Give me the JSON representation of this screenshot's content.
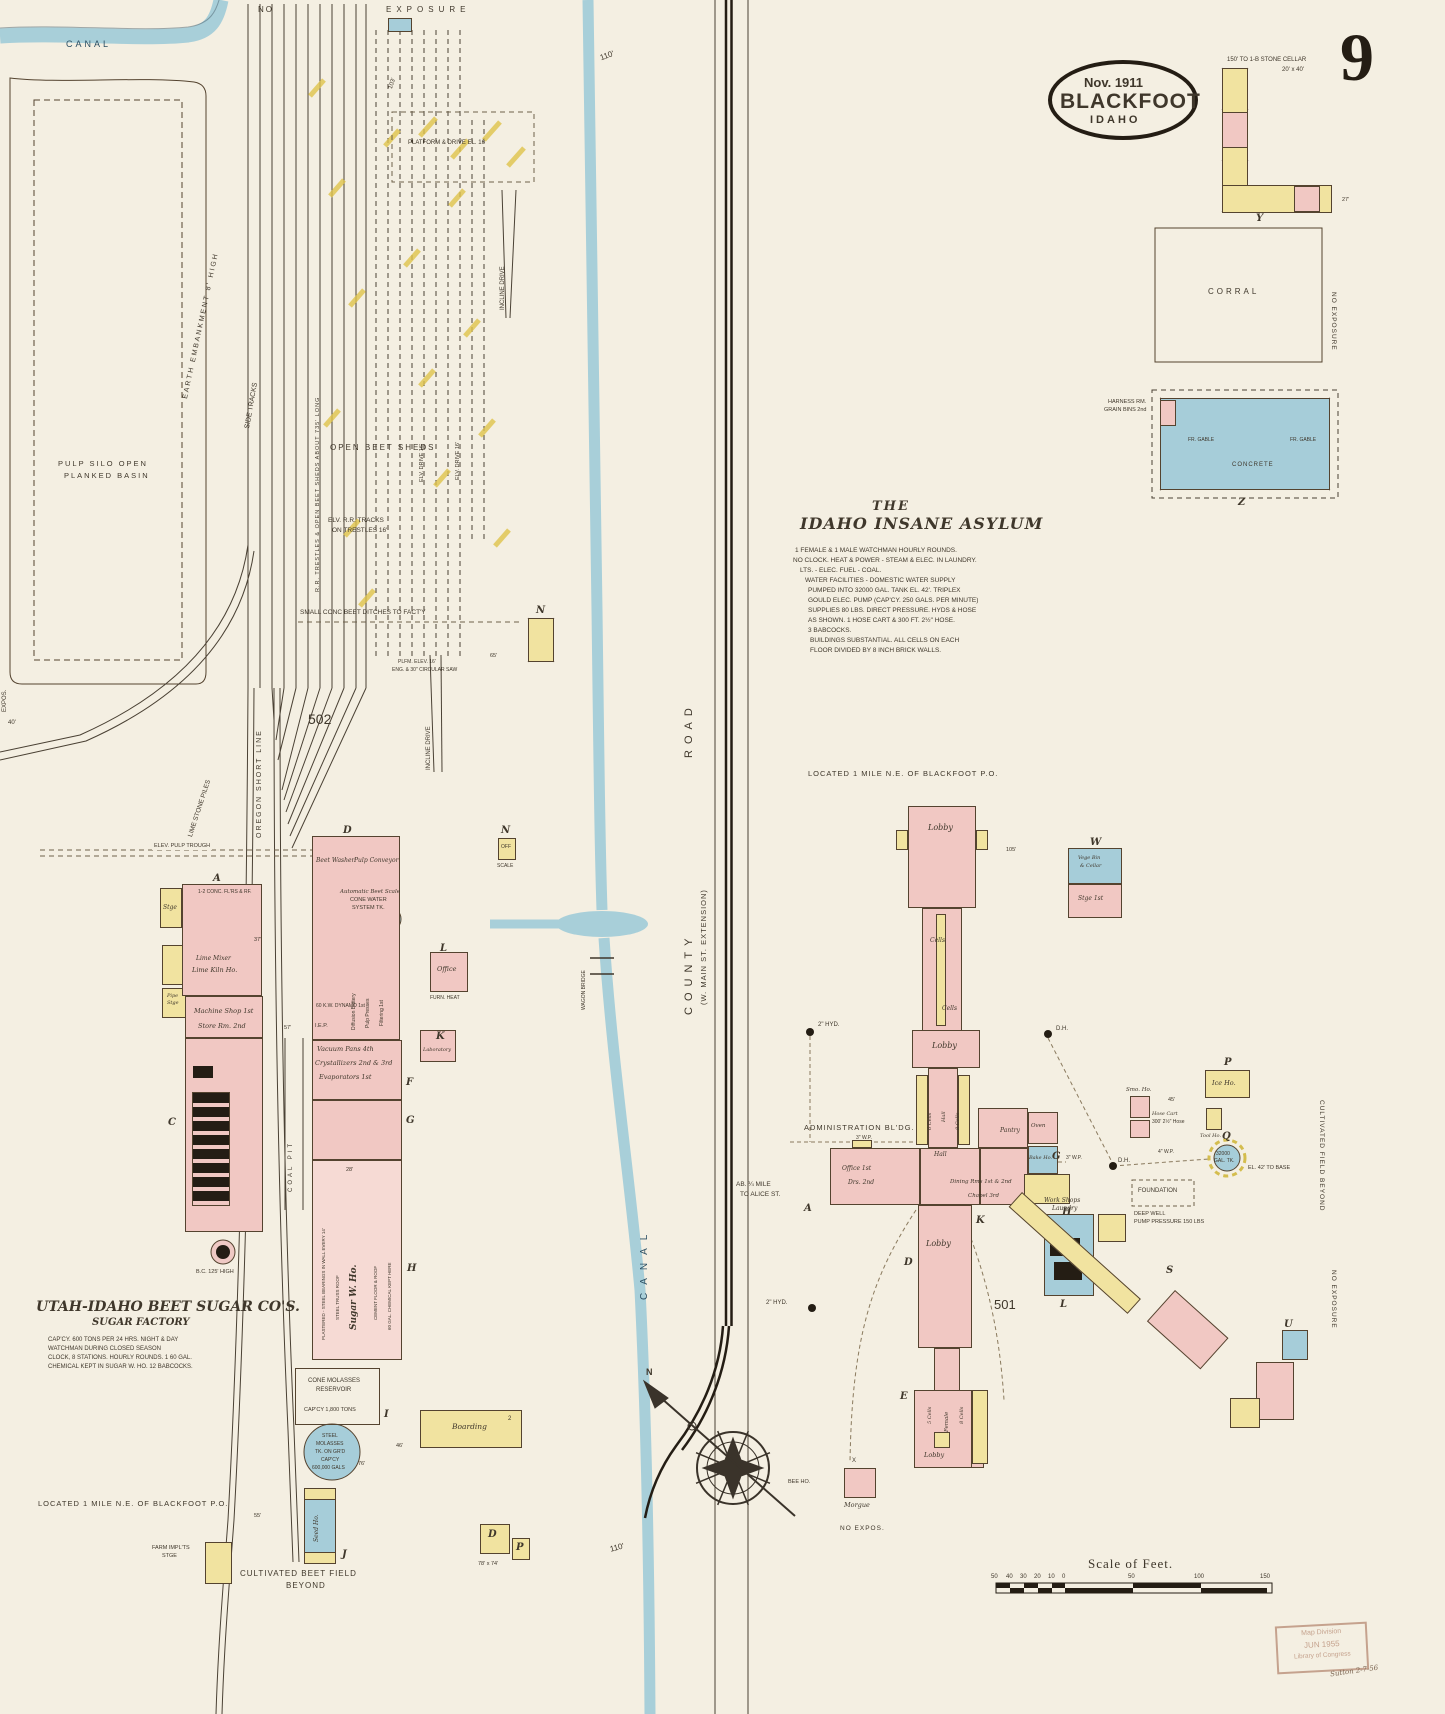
{
  "colors": {
    "paper": "#f4efe2",
    "brick": "#f1c8c3",
    "frame": "#f1e3a0",
    "special": "#a6cdd9",
    "canal": "#a8cfd9",
    "hatch": "#e0c44c",
    "ink": "#3f372b"
  },
  "page": {
    "number": "9"
  },
  "title_oval": {
    "date": "Nov. 1911",
    "city": "BLACKFOOT",
    "state": "IDAHO"
  },
  "corner_note": {
    "line1": "150' TO 1-B STONE CELLAR",
    "line2": "20' x 40'"
  },
  "scale_bar": {
    "title": "Scale of Feet.",
    "ticks_left": [
      "50",
      "40",
      "30",
      "20",
      "10",
      "0"
    ],
    "t50": "50",
    "t100": "100",
    "t150": "150"
  },
  "stamp": {
    "line1": "Map Division",
    "line2": "JUN 1955",
    "line3": "Library of Congress",
    "script": "Sutton 2-7-56"
  },
  "asylum_note": {
    "title1": "THE",
    "title2": "IDAHO INSANE ASYLUM",
    "lines": [
      "1 FEMALE & 1 MALE WATCHMAN HOURLY ROUNDS.",
      "NO CLOCK.  HEAT & POWER - STEAM & ELEC. IN LAUNDRY.",
      "LTS. - ELEC.   FUEL - COAL.",
      "WATER FACILITIES - DOMESTIC WATER SUPPLY",
      "PUMPED INTO 32000 GAL. TANK EL. 42'. TRIPLEX",
      "GOULD ELEC. PUMP (CAP'CY. 250 GALS. PER MINUTE)",
      "SUPPLIES 80 LBS. DIRECT PRESSURE.  HYDS & HOSE",
      "AS SHOWN.  1 HOSE CART & 300 FT. 2½\" HOSE.",
      "3 BABCOCKS.",
      "BUILDINGS SUBSTANTIAL. ALL CELLS ON EACH",
      "FLOOR DIVIDED BY 8 INCH BRICK WALLS."
    ],
    "located": "LOCATED 1 MILE N.E. OF BLACKFOOT P.O."
  },
  "factory_note": {
    "title": "UTAH-IDAHO BEET SUGAR CO'S.",
    "subtitle": "SUGAR FACTORY",
    "lines": [
      "CAP'CY. 600 TONS PER 24 HRS. NIGHT & DAY",
      "WATCHMAN DURING CLOSED SEASON",
      "CLOCK, 8 STATIONS. HOURLY ROUNDS. 1 60 GAL.",
      "CHEMICAL KEPT IN SUGAR W. HO. 12 BABCOCKS."
    ],
    "located": "LOCATED 1 MILE N.E. OF BLACKFOOT P.O."
  },
  "blocks": {
    "b501": "501",
    "b502": "502"
  },
  "letters": {
    "a": "A",
    "c": "C",
    "d": "D",
    "e": "E",
    "f": "F",
    "g": "G",
    "h": "H",
    "i": "I",
    "j": "J",
    "k": "K",
    "l": "L",
    "n": "N",
    "p": "P",
    "q": "Q",
    "s": "S",
    "u": "U",
    "w": "W",
    "y": "Y",
    "z": "Z"
  },
  "compass": {
    "north": "N"
  },
  "dims": {
    "d110": "110'",
    "d103": "103'",
    "d105": "105'",
    "d65": "65'",
    "d57": "57'",
    "d45": "45'",
    "d37": "37'",
    "d27": "27'",
    "d28": "28'",
    "d46": "46'",
    "d55": "55'",
    "d76": "76'",
    "d78": "78' x 74'",
    "d40": "40'"
  },
  "labels": {
    "canal": "CANAL",
    "no": "NO",
    "exposure": "EXPOSURE",
    "no_exposure": "NO EXPOSURE",
    "platform_drive": "PLATFORM & DRIVE EL. 16",
    "pulp_silo1": "PULP SILO OPEN",
    "pulp_silo2": "PLANKED BASIN",
    "earth_embankment": "EARTH EMBANKMENT 8' HIGH",
    "side_tracks": "SIDE TRACKS",
    "open_beet_sheds": "OPEN BEET SHEDS",
    "trestles_long": "R.R. TRESTLES & OPEN BEET SHEDS ABOUT 735' LONG",
    "elv_tracks1": "ELV. R.R. TRACKS",
    "elv_tracks2": "ON TRESTLES 16'",
    "elv_drive": "ELV. DRIVE 16'",
    "incline_drive": "INCLINE DRIVE",
    "oregon": "OREGON SHORT LINE",
    "lime_stone": "LIME STONE PILES",
    "beet_ditches": "SMALL CONC BEET DITCHES TO FACT'Y",
    "pulp_trough": "ELEV. PULP TROUGH",
    "plfm_elev": "PLFM. ELEV. 16'",
    "circular_saw": "ENG. & 30\" CIRCULAR SAW",
    "county": "COUNTY",
    "road": "ROAD",
    "main_st": "(W. MAIN ST. EXTENSION)",
    "expos": "EXPOS.",
    "wagon_bridge": "WAGON BRIDGE",
    "stge": "Stge",
    "pipe": "Pipe",
    "conc_fl": "1-2  CONC. FL'RS & RF.",
    "lime_mixer": "Lime Mixer",
    "lime_kiln": "Lime Kiln Ho.",
    "machine_shop": "Machine Shop 1st",
    "store_rm": "Store Rm. 2nd",
    "coal_pit": "COAL PIT",
    "beet_washer": "Beet Washer",
    "pulp_conveyor": "Pulp Conveyor",
    "beet_scale": "Automatic Beet Scale",
    "dynamo": "60 K.W. DYNAMO 1st",
    "diffusion": "Diffusion Battery",
    "pulp_presses": "Pulp Presses",
    "filtering": "Filtering 1st",
    "iep": "I.E.P.",
    "vacuum": "Vacuum Pans 4th",
    "crystallizers": "Crystallizers 2nd & 3rd",
    "evaporators": "Evaporators 1st",
    "sugar_who": "Sugar W. Ho.",
    "plastered": "PLASTERED - STEEL BEARINGS IN WALL EVERY 14'",
    "steel_truss": "STEEL TRUSS ROOF",
    "cement_fr": "CEMENT FLOOR & ROOF",
    "chemical": "60 GAL. CHEMICAL KEPT HERE",
    "chimney": "B.C. 125' HIGH",
    "cone_water1": "CONE WATER",
    "cone_water2": "SYSTEM TK.",
    "office": "Office",
    "furn_heat": "FURN. HEAT",
    "laboratory": "Laboratory",
    "reservoir1": "CONE MOLASSES",
    "reservoir2": "RESERVOIR",
    "reservoir3": "CAP'CY 1,800 TONS",
    "tk1": "STEEL",
    "tk2": "MOLASSES",
    "tk3": "TK. ON GR'D",
    "tk4": "CAP'CY",
    "tk5": "600,000 GALS",
    "seed_ho": "Seed Ho.",
    "boarding": "Boarding",
    "two": "2",
    "farm1": "FARM IMPL'TS",
    "farm2": "STGE",
    "cult_beet1": "CULTIVATED BEET FIELD",
    "cult_beet2": "BEYOND",
    "cult_field": "CULTIVATED FIELD BEYOND",
    "off": "OFF",
    "scale_ho": "SCALE",
    "admin": "ADMINISTRATION BL'DG.",
    "lobby": "Lobby",
    "cells": "Cells",
    "cells6": "6 Cells",
    "cells8": "8 Cells",
    "cells5": "5 Cells",
    "hall": "Hall",
    "office1": "Office 1st",
    "drs": "Drs. 2nd",
    "dining": "Dining Rms 1st & 2nd",
    "chapel": "Chapel 3rd",
    "pantry": "Pantry",
    "oven": "Oven",
    "bake_ho": "Bake Ho.",
    "female": "Female",
    "hyd": "2\" HYD.",
    "dh": "D.H.",
    "wp3": "3\" W.P.",
    "wp4": "4\" W.P.",
    "smo_ho": "Smo. Ho.",
    "hose_cart1": "Hose Cart",
    "hose_cart2": "300' 2½\" Hose",
    "ice_ho": "Ice Ho.",
    "tool_ho": "Tool Ho.",
    "tank1": "32000",
    "tank2": "GAL. TK.",
    "el42": "EL. 42' TO BASE",
    "work_shops": "Work Shops",
    "laundry": "Laundry",
    "deep1": "DEEP WELL",
    "deep2": "PUMP PRESSURE 150 LBS",
    "foundation": "FOUNDATION",
    "vege1": "Vege Bin",
    "vege2": "& Cellar",
    "stge1": "Stge 1st",
    "ab1": "AB. ¼ MILE",
    "ab2": "TO ALICE ST.",
    "morgue": "Morgue",
    "bee_ho": "BEE HO.",
    "no_expos": "NO EXPOS.",
    "corral": "CORRAL",
    "harness1": "HARNESS RM.",
    "harness2": "GRAIN BINS 2nd",
    "concrete": "CONCRETE",
    "fr_gable": "FR. GABLE",
    "x": "X"
  }
}
